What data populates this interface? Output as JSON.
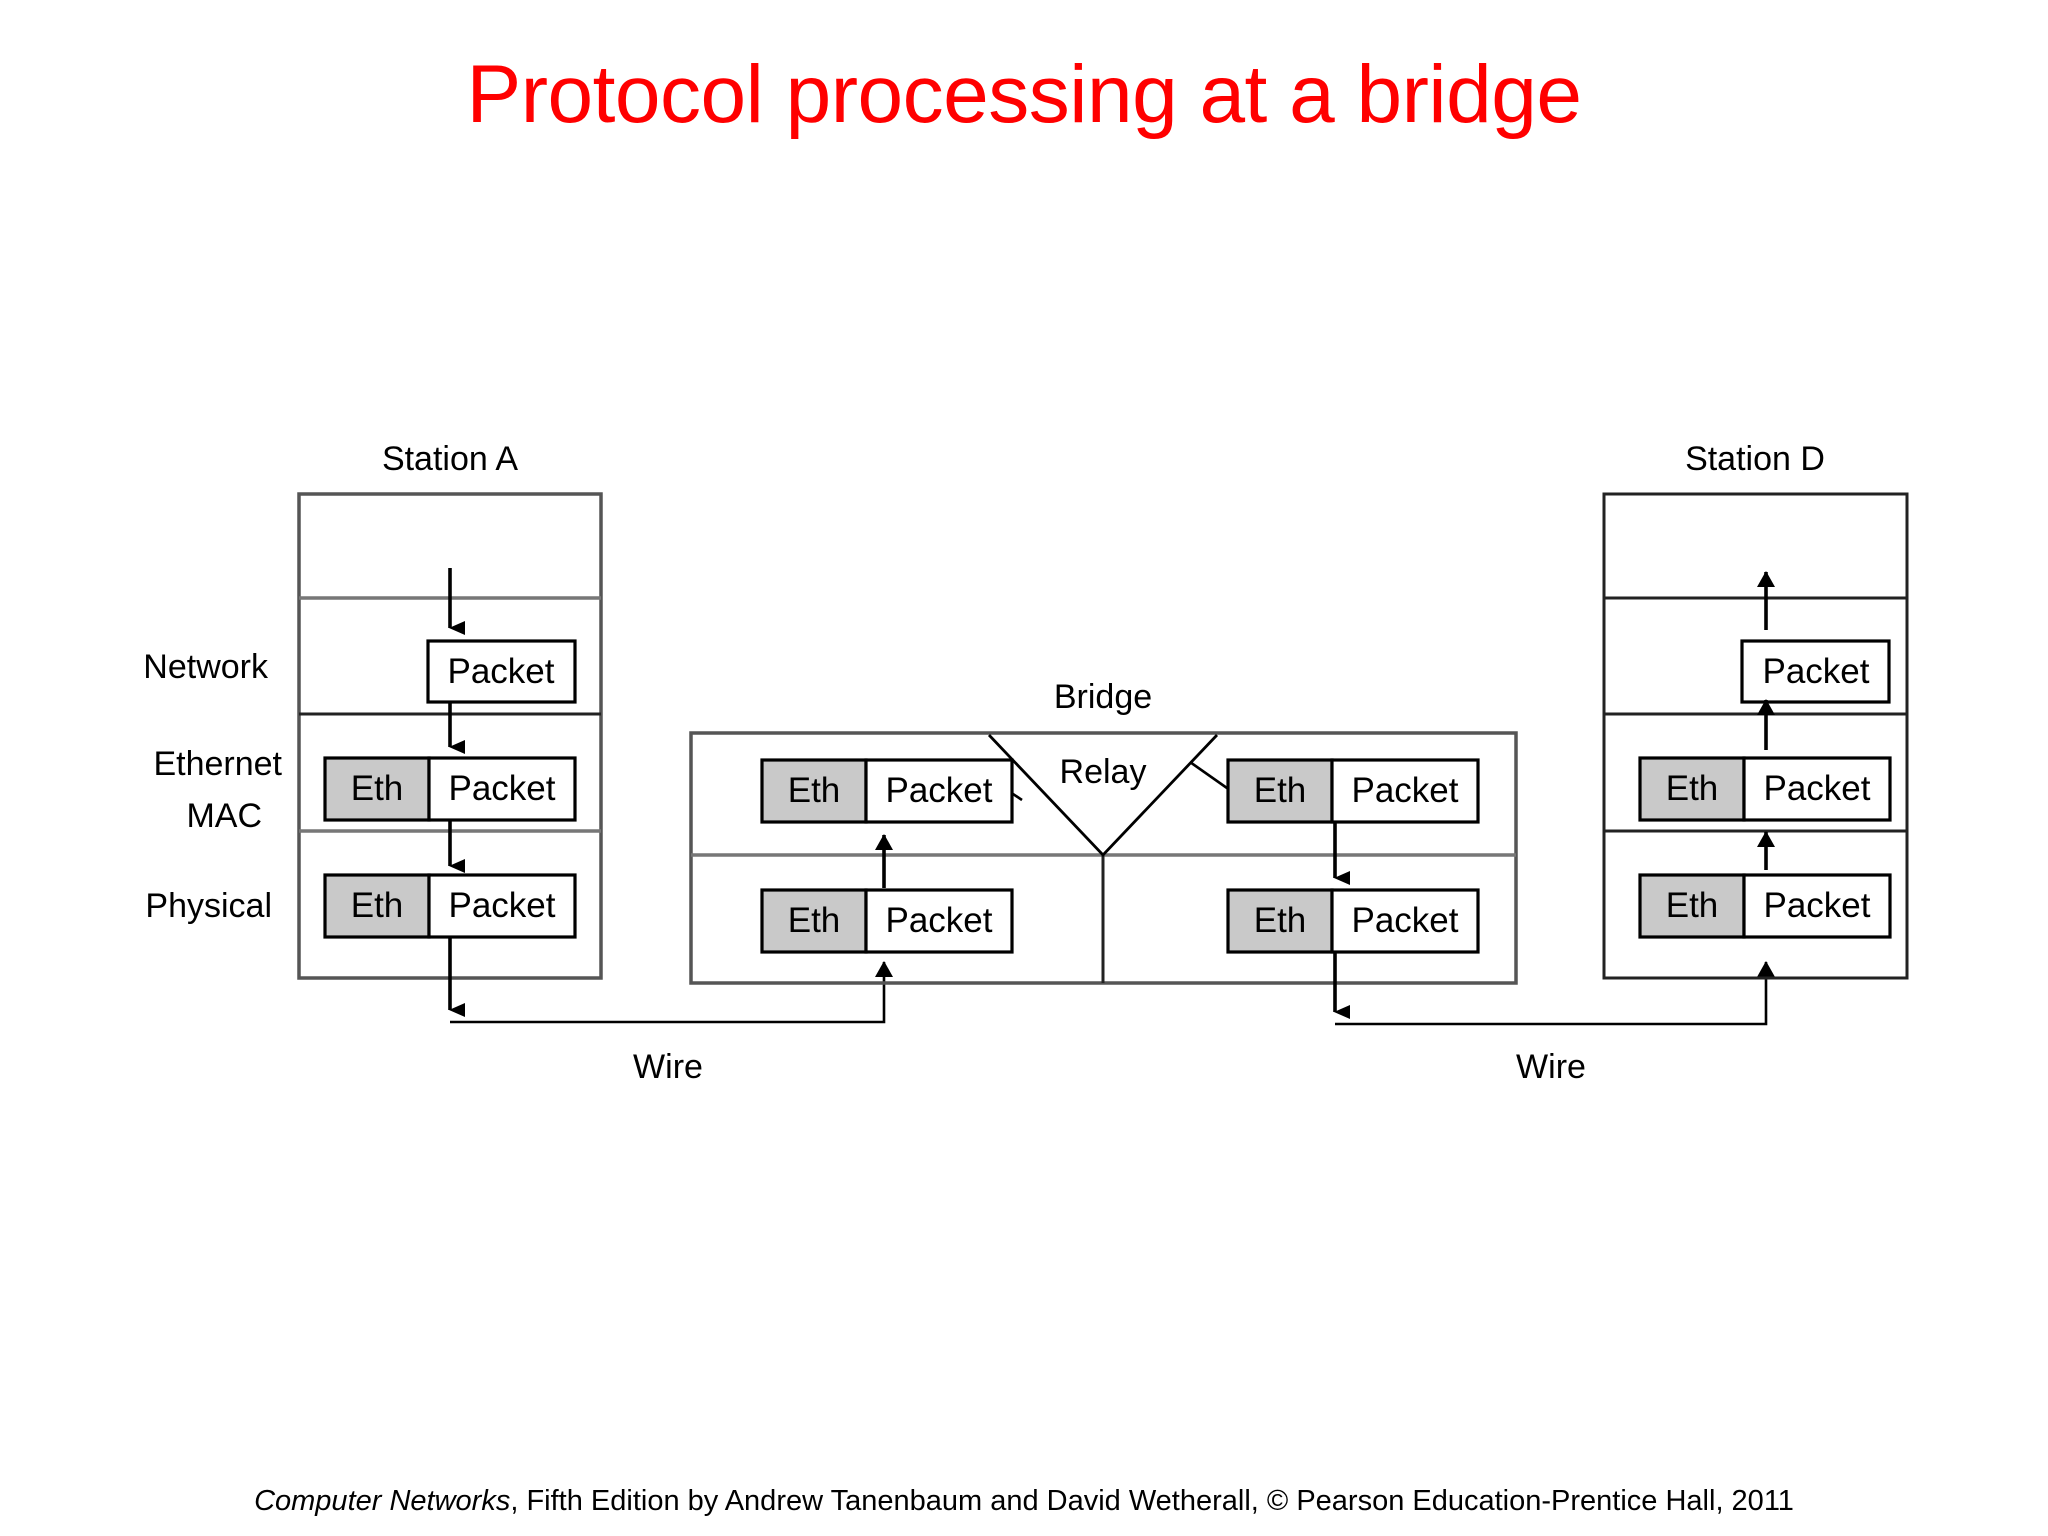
{
  "slide": {
    "title": "Protocol processing at a bridge",
    "title_color": "#ff0000",
    "background": "#ffffff"
  },
  "diagram": {
    "type": "protocol-stack-bridge-diagram",
    "layer_labels": [
      {
        "id": "network",
        "text": "Network"
      },
      {
        "id": "ethernet-mac-line1",
        "text": "Ethernet"
      },
      {
        "id": "ethernet-mac-line2",
        "text": "MAC"
      },
      {
        "id": "physical",
        "text": "Physical"
      }
    ],
    "nodes": [
      {
        "id": "station-a",
        "caption": "Station A",
        "rows": [
          {
            "layer": "upper",
            "contents": []
          },
          {
            "layer": "network",
            "contents": [
              {
                "kind": "packet",
                "label": "Packet"
              }
            ]
          },
          {
            "layer": "ethernet-mac",
            "contents": [
              {
                "kind": "eth",
                "label": "Eth"
              },
              {
                "kind": "packet",
                "label": "Packet"
              }
            ]
          },
          {
            "layer": "physical",
            "contents": [
              {
                "kind": "eth",
                "label": "Eth"
              },
              {
                "kind": "packet",
                "label": "Packet"
              }
            ]
          }
        ]
      },
      {
        "id": "bridge",
        "caption": "Bridge",
        "relay_label": "Relay",
        "ports": [
          {
            "id": "bridge-port-left",
            "rows": [
              {
                "layer": "ethernet-mac",
                "contents": [
                  {
                    "kind": "eth",
                    "label": "Eth"
                  },
                  {
                    "kind": "packet",
                    "label": "Packet"
                  }
                ]
              },
              {
                "layer": "physical",
                "contents": [
                  {
                    "kind": "eth",
                    "label": "Eth"
                  },
                  {
                    "kind": "packet",
                    "label": "Packet"
                  }
                ]
              }
            ]
          },
          {
            "id": "bridge-port-right",
            "rows": [
              {
                "layer": "ethernet-mac",
                "contents": [
                  {
                    "kind": "eth",
                    "label": "Eth"
                  },
                  {
                    "kind": "packet",
                    "label": "Packet"
                  }
                ]
              },
              {
                "layer": "physical",
                "contents": [
                  {
                    "kind": "eth",
                    "label": "Eth"
                  },
                  {
                    "kind": "packet",
                    "label": "Packet"
                  }
                ]
              }
            ]
          }
        ]
      },
      {
        "id": "station-d",
        "caption": "Station D",
        "rows": [
          {
            "layer": "upper",
            "contents": []
          },
          {
            "layer": "network",
            "contents": [
              {
                "kind": "packet",
                "label": "Packet"
              }
            ]
          },
          {
            "layer": "ethernet-mac",
            "contents": [
              {
                "kind": "eth",
                "label": "Eth"
              },
              {
                "kind": "packet",
                "label": "Packet"
              }
            ]
          },
          {
            "layer": "physical",
            "contents": [
              {
                "kind": "eth",
                "label": "Eth"
              },
              {
                "kind": "packet",
                "label": "Packet"
              }
            ]
          }
        ]
      }
    ],
    "links": [
      {
        "id": "wire-left",
        "label": "Wire",
        "from": "station-a",
        "to": "bridge-port-left"
      },
      {
        "id": "wire-right",
        "label": "Wire",
        "from": "bridge-port-right",
        "to": "station-d"
      }
    ],
    "labels": {
      "station_a": "Station A",
      "station_d": "Station D",
      "bridge": "Bridge",
      "relay": "Relay",
      "wire_left": "Wire",
      "wire_right": "Wire",
      "packet": "Packet",
      "eth": "Eth"
    },
    "colors": {
      "eth_fill": "#c9c9c9",
      "packet_fill": "#ffffff",
      "stroke": "#000000",
      "frame_stroke": "#555555"
    }
  },
  "footer": {
    "title_italic": "Computer Networks",
    "rest": ", Fifth Edition by Andrew Tanenbaum and David Wetherall, © Pearson Education-Prentice Hall, 2011"
  }
}
